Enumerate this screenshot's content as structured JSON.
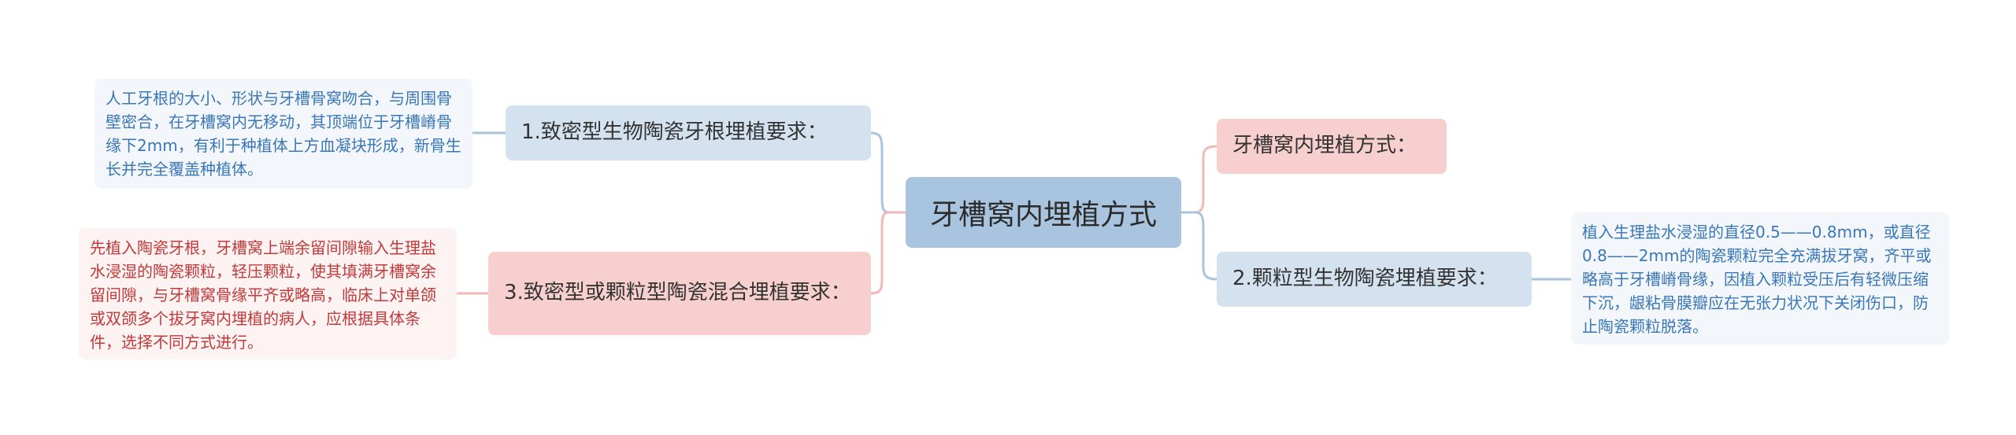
{
  "root": {
    "label": "牙槽窝内埋植方式"
  },
  "branches": [
    {
      "label": "1.致密型生物陶瓷牙根埋植要求：",
      "detail": "人工牙根的大小、形状与牙槽骨窝吻合，与周围骨壁密合，在牙槽窝内无移动，其顶端位于牙槽嵴骨缘下2mm，有利于种植体上方血凝块形成，新骨生长并完全覆盖种植体。"
    },
    {
      "label": "2.颗粒型生物陶瓷埋植要求：",
      "detail": "植入生理盐水浸湿的直径0.5——0.8mm，或直径0.8——2mm的陶瓷颗粒完全充满拔牙窝，齐平或略高于牙槽嵴骨缘，因植入颗粒受压后有轻微压缩下沉，龈粘骨膜瓣应在无张力状况下关闭伤口，防止陶瓷颗粒脱落。"
    },
    {
      "label": "3.致密型或颗粒型陶瓷混合埋植要求：",
      "detail": "先植入陶瓷牙根，牙槽窝上端余留间隙输入生理盐水浸湿的陶瓷颗粒，轻压颗粒，使其填满牙槽窝余留间隙，与牙槽窝骨缘平齐或略高，临床上对单颌或双颌多个拔牙窝内埋植的病人，应根据具体条件，选择不同方式进行。"
    },
    {
      "label": "牙槽窝内埋植方式："
    }
  ],
  "colors": {
    "root": "#a9c4de",
    "branch_blue": "#d4e1ef",
    "branch_pink": "#f7cfcf",
    "line_blue": "#a9c4de",
    "line_pink": "#f2b8b8"
  }
}
